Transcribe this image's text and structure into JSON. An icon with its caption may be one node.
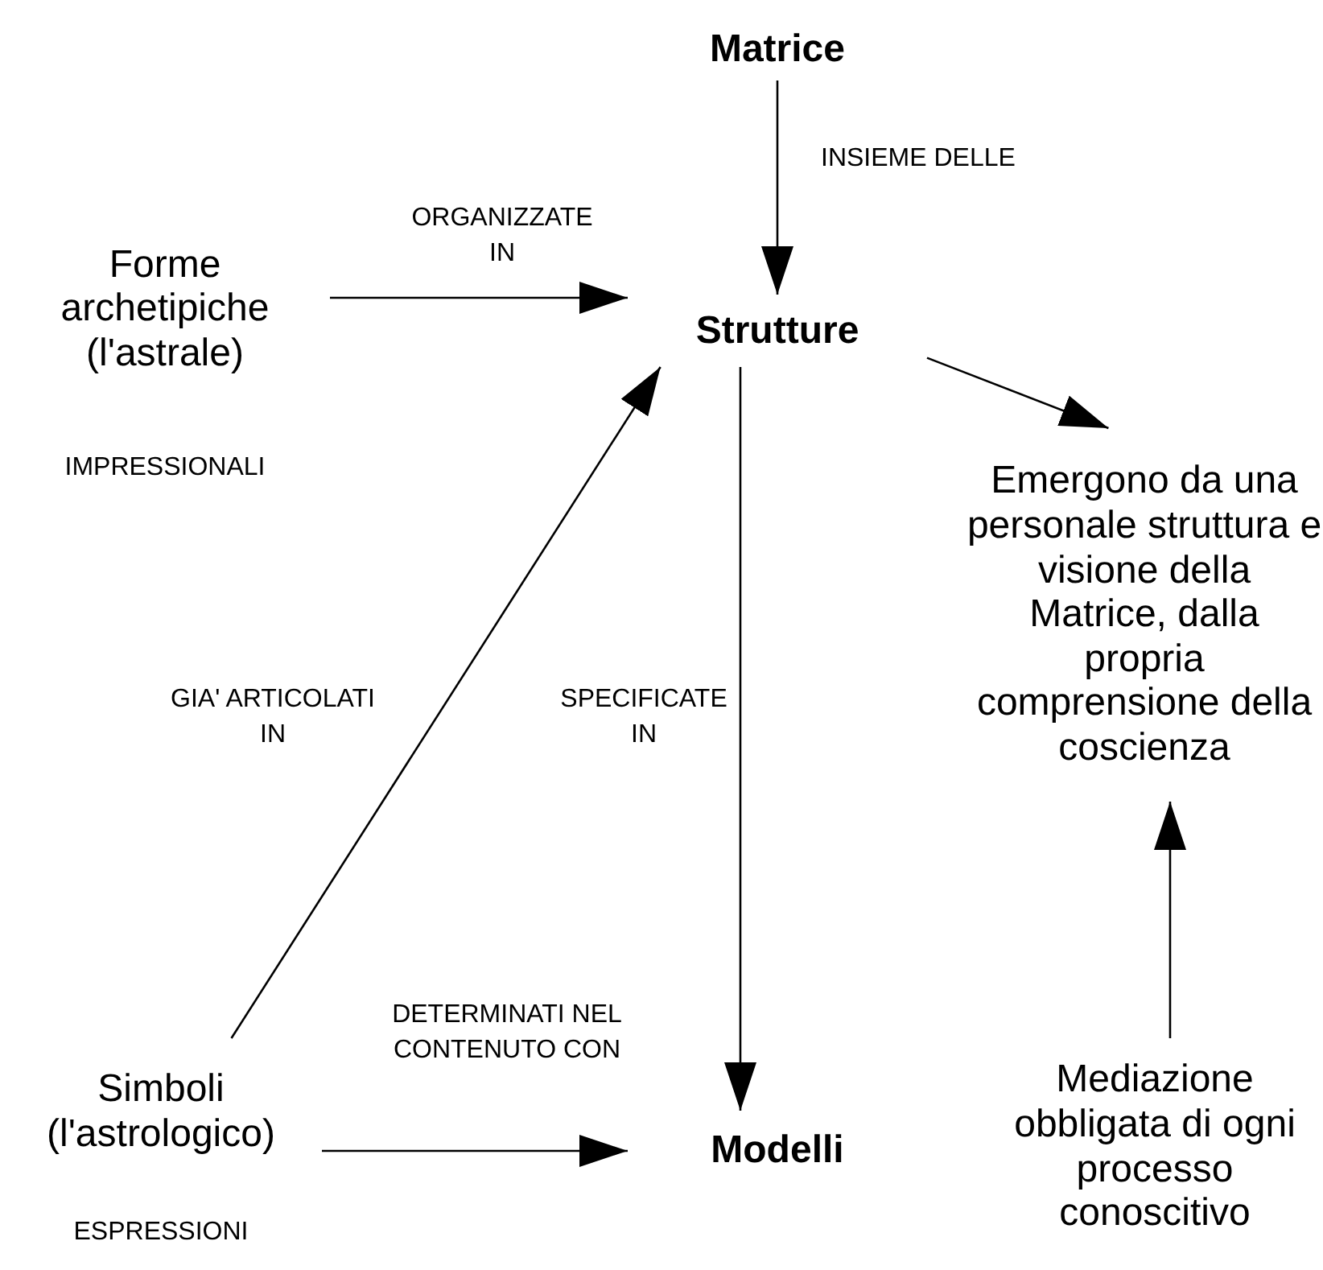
{
  "diagram": {
    "nodes": [
      {
        "text": [
          "Matrice"
        ]
      },
      {
        "text": [
          "Forme archetipiche (l'astrale)"
        ],
        "beside": [
          "IMPRESSIONALI"
        ]
      },
      {
        "text": [
          "Strutture"
        ]
      },
      {
        "text": [
          "Emergono da una personale struttura e visione della Matrice, dalla propria comprensione della coscienza"
        ]
      },
      {
        "text": [
          "Simboli (l'astrologico)"
        ],
        "beside": [
          "ESPRESSIONI"
        ]
      },
      {
        "text": [
          "Modelli"
        ]
      },
      {
        "text": [
          "Mediazione obbligata di ogni processo conoscitivo"
        ]
      }
    ],
    "edges": [
      {
        "from": 0,
        "to": 2,
        "arrow": "to",
        "label": "INSIEME DELLE"
      },
      {
        "from": 1,
        "to": 2,
        "arrow": "to",
        "label": "ORGANIZZATE IN"
      },
      {
        "from": 2,
        "to": 3,
        "arrow": "to"
      },
      {
        "from": 4,
        "to": 2,
        "arrow": "to",
        "label": "GIA' ARTICOLATI IN"
      },
      {
        "from": 2,
        "to": 5,
        "arrow": "to",
        "label": "SPECIFICATE IN"
      },
      {
        "from": 4,
        "to": 5,
        "arrow": "to",
        "label": "DETERMINATI NEL CONTENUTO CON"
      },
      {
        "from": 6,
        "to": 3,
        "arrow": "to"
      }
    ]
  }
}
